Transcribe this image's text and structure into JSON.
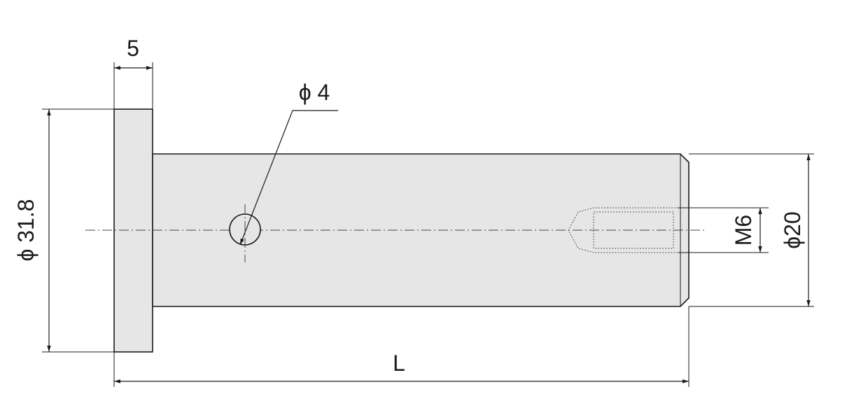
{
  "drawing": {
    "dimensions": {
      "flange_thickness": "5",
      "hole_diameter": "ϕ 4",
      "flange_diameter": "ϕ 31.8",
      "thread": "M6",
      "shaft_diameter": "ϕ20",
      "length": "L"
    },
    "colors": {
      "part_fill": "#e6e6e6",
      "line": "#1a1a1a"
    }
  }
}
